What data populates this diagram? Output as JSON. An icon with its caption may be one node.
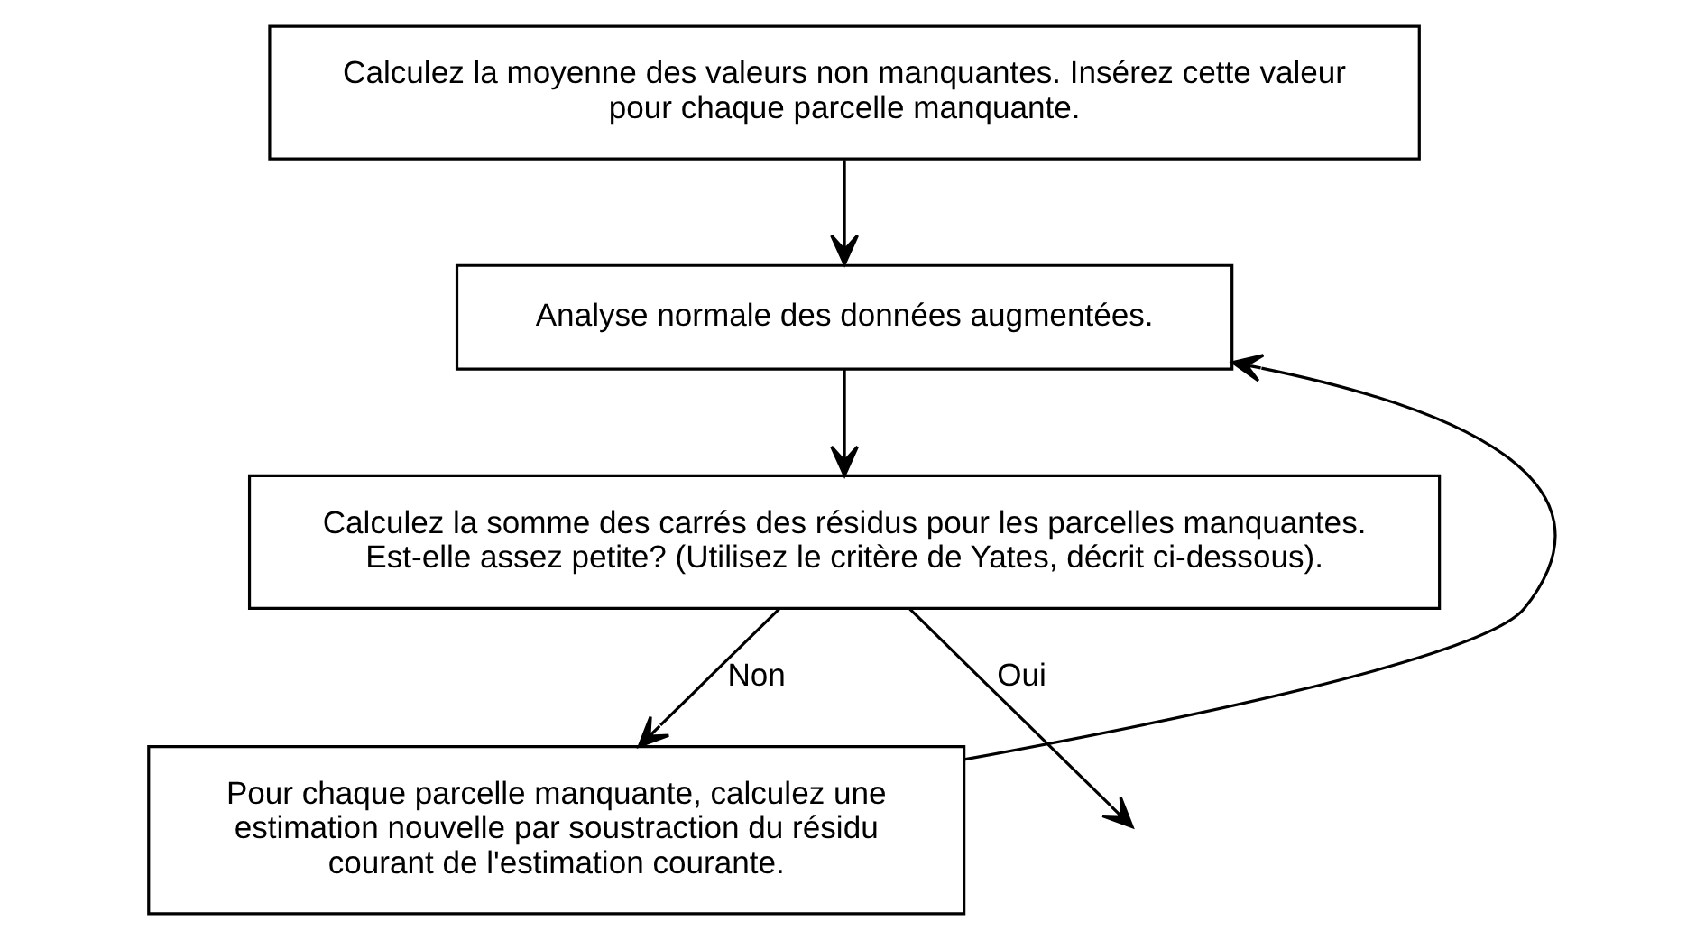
{
  "diagram": {
    "nodes": [
      {
        "text": [
          "Calculez la moyenne des valeurs non manquantes. Insérez cette valeur pour chaque parcelle manquante."
        ]
      },
      {
        "text": [
          "Analyse normale des données augmentées."
        ]
      },
      {
        "text": [
          "Calculez la somme des carrés des résidus pour les parcelles manquantes. Est-elle assez petite? (Utilisez le critère de Yates, décrit ci-dessous)."
        ]
      },
      {
        "text": [
          "Pour chaque parcelle manquante, calculez une estimation nouvelle par soustraction du résidu courant de l'estimation courante."
        ]
      }
    ],
    "edges": [
      {
        "from": 0,
        "to": 1,
        "arrow": "to"
      },
      {
        "from": 1,
        "to": 2,
        "arrow": "to"
      },
      {
        "from": 2,
        "to": 3,
        "arrow": "to",
        "label": "Non"
      },
      {
        "from": 2,
        "to": null,
        "arrow": "to",
        "label": "Oui"
      },
      {
        "from": 3,
        "to": 1,
        "arrow": "to"
      }
    ]
  }
}
